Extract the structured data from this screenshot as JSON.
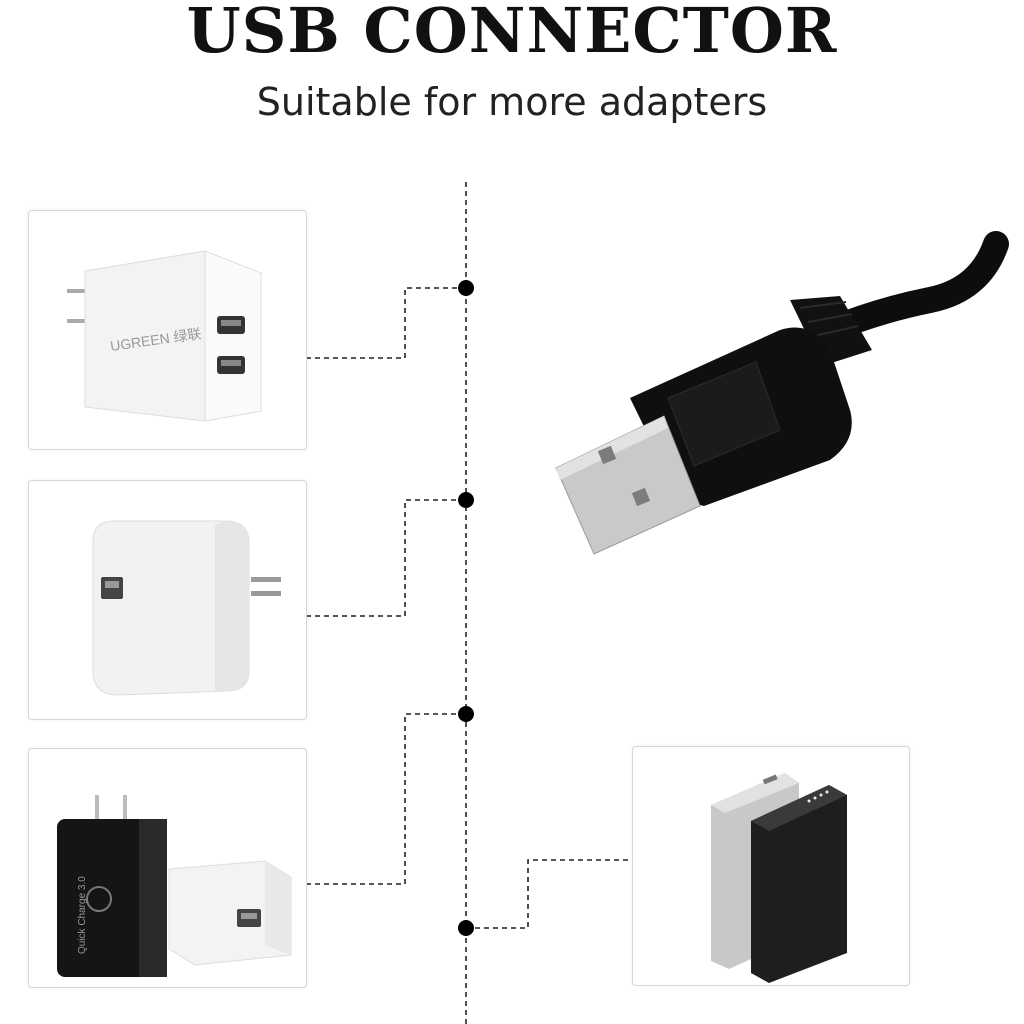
{
  "header": {
    "title": "USB CONNECTOR",
    "subtitle": "Suitable for more adapters"
  },
  "adapters": [
    {
      "name": "dual-port wall charger",
      "brand_text": "UGREEN 绿联",
      "color": "#f4f4f4"
    },
    {
      "name": "single-port square charger",
      "color": "#f6f6f6"
    },
    {
      "name": "quick charge 3.0 chargers",
      "brand_text": "Quick Charge 3.0",
      "color": "#111111"
    },
    {
      "name": "power banks",
      "color": "#1c1c1c"
    }
  ],
  "colors": {
    "cable": "#0d0d0d",
    "connector_metal": "#c9c9c9",
    "line": "#222222"
  }
}
